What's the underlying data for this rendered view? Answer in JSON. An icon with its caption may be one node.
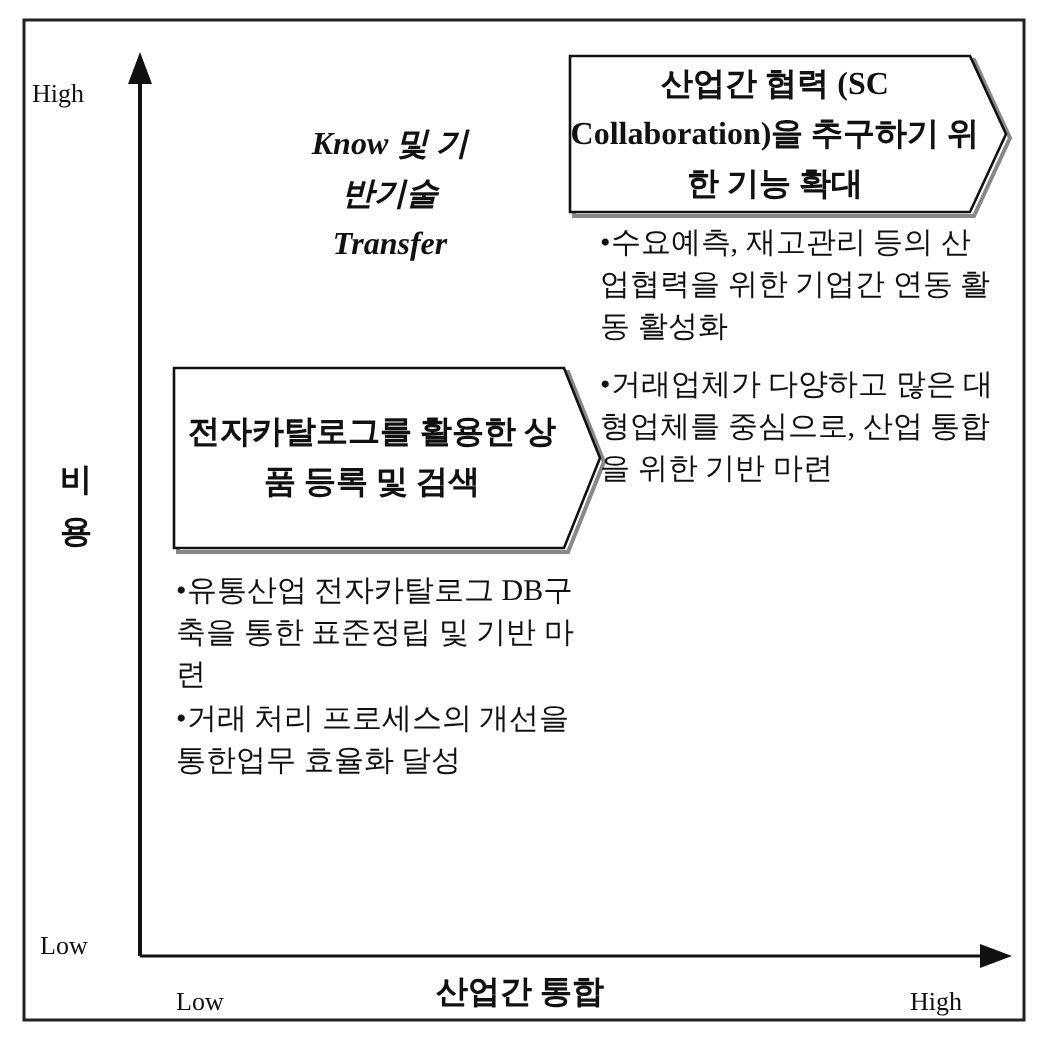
{
  "diagram": {
    "nodes": [
      {
        "text": [
          "산업간 협력 (SC Collaboration)을 추구하기 위한 기능 확대"
        ]
      },
      {
        "text": [
          "전자카탈로그를 활용한 상품 등록 및 검색"
        ]
      }
    ],
    "labels": [
      "High",
      "Know 및 기반기술 Transfer",
      "•수요예측, 재고관리 등의 산업협력을 위한 기업간 연동 활동 활성화",
      "비용",
      "•거래업체가 다양하고 많은 대형업체를 중심으로, 산업 통합을 위한 기반 마련",
      "•유통산업 전자카탈로그 DB구축을 통한 표준정립 및 기반 마련",
      "•거래 처리 프로세스의 개선을 통한업무 효율화 달성",
      "Low",
      "Low",
      "산업간 통합",
      "High"
    ]
  }
}
